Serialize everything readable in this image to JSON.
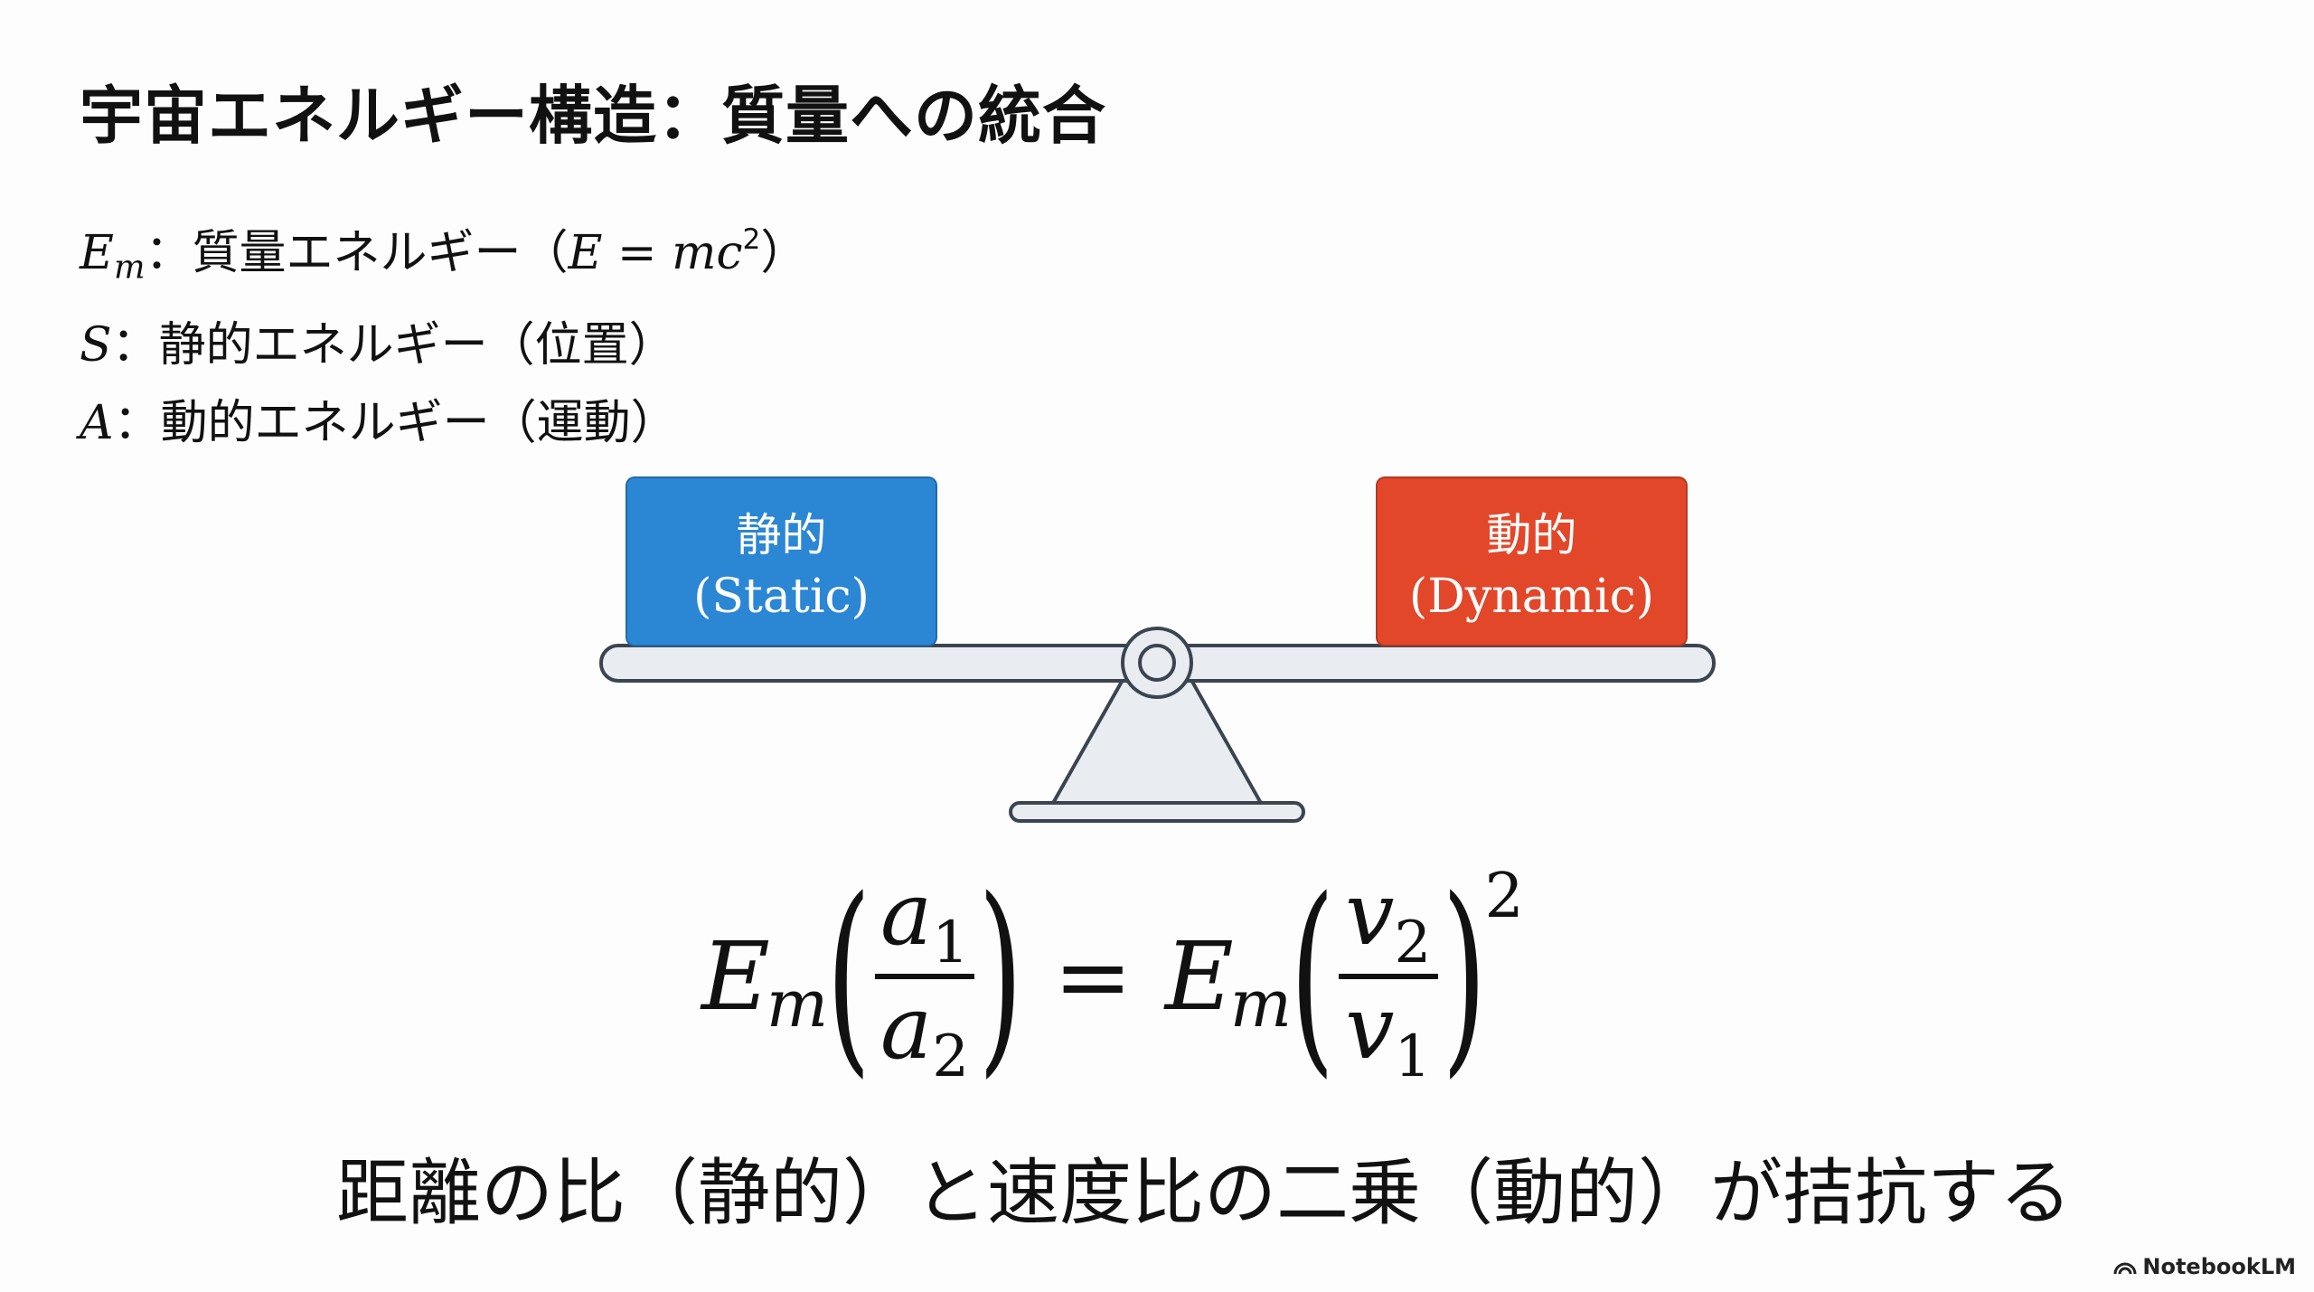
{
  "title": "宇宙エネルギー構造：質量への統合",
  "definitions": [
    {
      "symbol": "E",
      "subscript": "m",
      "text": "：質量エネルギー（",
      "formula": "E = mc",
      "formula_sup": "2",
      "close": "）"
    },
    {
      "symbol": "S",
      "text": "：静的エネルギー（位置）"
    },
    {
      "symbol": "A",
      "text": "：動的エネルギー（運動）"
    }
  ],
  "diagram": {
    "left_box": {
      "jp": "静的",
      "en": "(Static)",
      "color": "#2b86d4"
    },
    "right_box": {
      "jp": "動的",
      "en": "(Dynamic)",
      "color": "#e2472a"
    }
  },
  "equation": {
    "lhs": {
      "E": "E",
      "sub": "m",
      "num": "a",
      "num_sub": "1",
      "den": "a",
      "den_sub": "2"
    },
    "equals": "=",
    "rhs": {
      "E": "E",
      "sub": "m",
      "num": "v",
      "num_sub": "2",
      "den": "v",
      "den_sub": "1",
      "power": "2"
    },
    "lparen": "(",
    "rparen": ")"
  },
  "caption": "距離の比（静的）と速度比の二乗（動的）が拮抗する",
  "logo": "NotebookLM"
}
